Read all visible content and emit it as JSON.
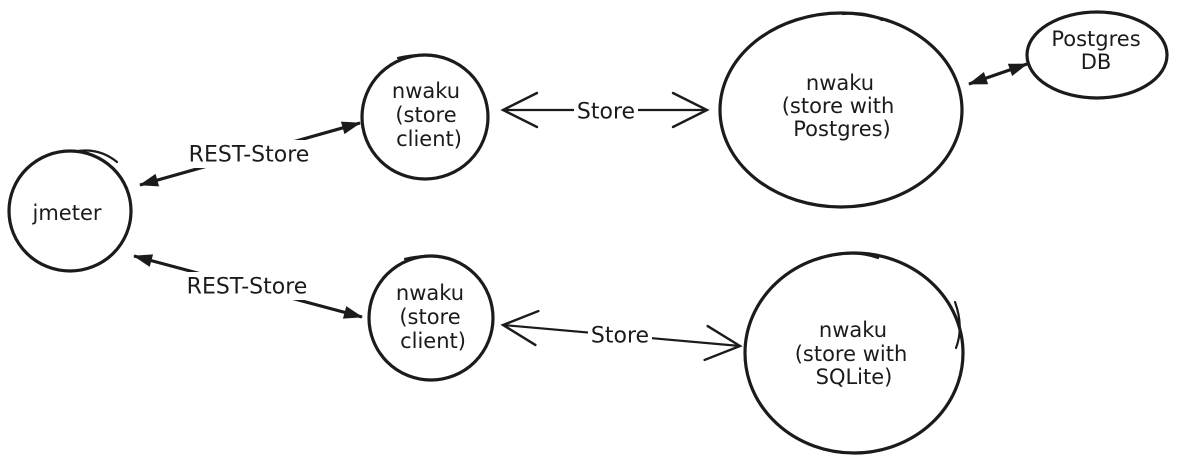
{
  "diagram": {
    "colors": {
      "stroke": "#1b1b1b",
      "background": "#ffffff"
    },
    "nodes": {
      "jmeter": {
        "lines": [
          "jmeter"
        ]
      },
      "client_top": {
        "lines": [
          "nwaku",
          "(store",
          "client)"
        ]
      },
      "postgres": {
        "lines": [
          "nwaku",
          "(store with",
          "Postgres)"
        ]
      },
      "postgres_db": {
        "lines": [
          "Postgres",
          "DB"
        ]
      },
      "client_bottom": {
        "lines": [
          "nwaku",
          "(store",
          "client)"
        ]
      },
      "sqlite": {
        "lines": [
          "nwaku",
          "(store with",
          "SQLite)"
        ]
      }
    },
    "edges": {
      "rest_store_top": {
        "label": "REST-Store"
      },
      "rest_store_bottom": {
        "label": "REST-Store"
      },
      "store_top": {
        "label": "Store"
      },
      "store_bottom": {
        "label": "Store"
      }
    }
  }
}
